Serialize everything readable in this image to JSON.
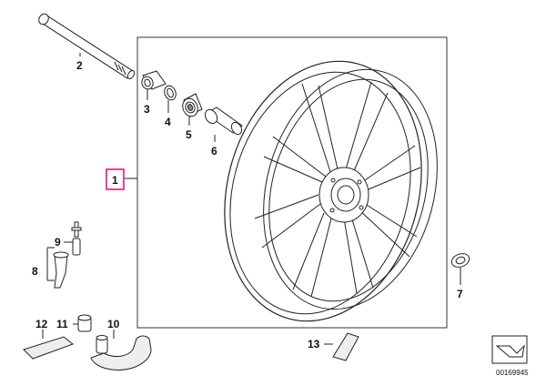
{
  "diagram": {
    "callouts": {
      "c1": "1",
      "c2": "2",
      "c3": "3",
      "c4": "4",
      "c5": "5",
      "c6": "6",
      "c7": "7",
      "c8": "8",
      "c9": "9",
      "c10": "10",
      "c11": "11",
      "c12": "12",
      "c13": "13"
    },
    "highlight_color": "#e0177a",
    "drawing_number": "00169945"
  }
}
